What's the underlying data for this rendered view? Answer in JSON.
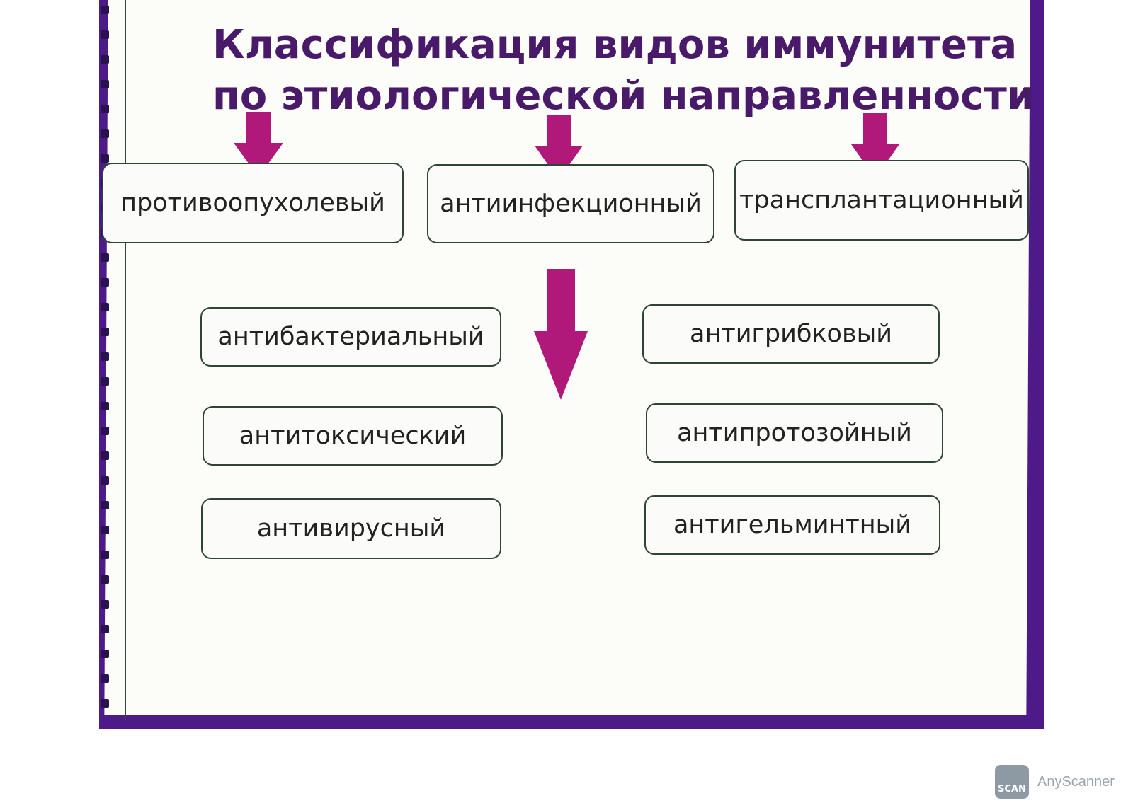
{
  "title": {
    "line1": "Классификация видов иммунитета",
    "line2": "по этиологической направленности"
  },
  "top_categories": [
    {
      "label": "противоопухолевый"
    },
    {
      "label": "антиинфекционный"
    },
    {
      "label": "трансплантационный"
    }
  ],
  "sub_categories_left": [
    {
      "label": "антибактериальный"
    },
    {
      "label": "антитоксический"
    },
    {
      "label": "антивирусный"
    }
  ],
  "sub_categories_right": [
    {
      "label": "антигрибковый"
    },
    {
      "label": "антипротозойный"
    },
    {
      "label": "антигельминтный"
    }
  ],
  "colors": {
    "arrow": "#b0187a",
    "title": "#4a1a6a",
    "background_photo": "#4e1a8a"
  },
  "watermark": {
    "icon_text": "SCAN",
    "app_name": "AnyScanner"
  }
}
